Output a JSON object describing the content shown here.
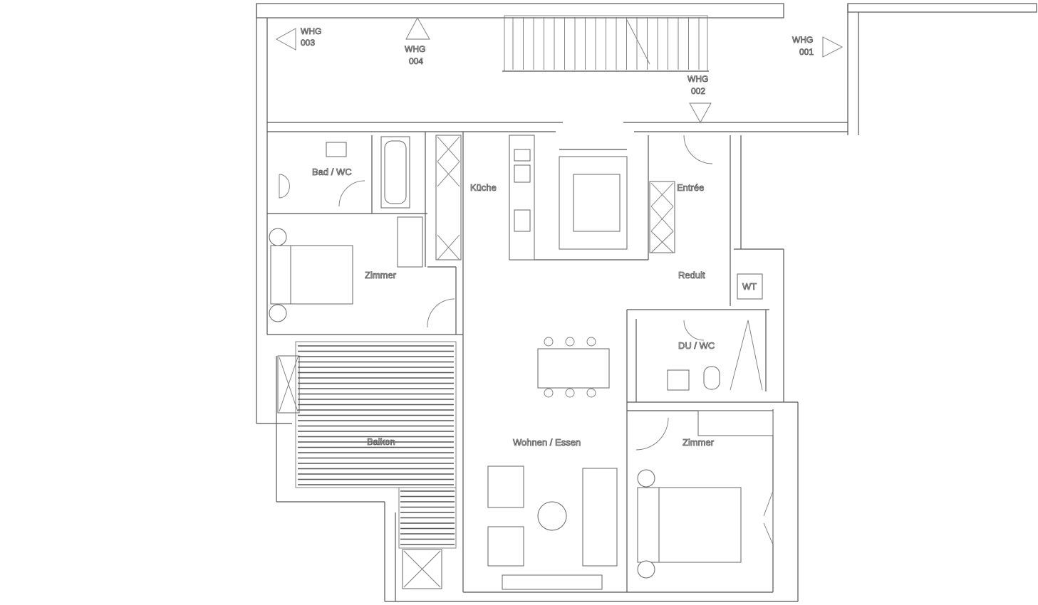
{
  "rooms": {
    "bad_wc": "Bad / WC",
    "kueche": "Küche",
    "entree": "Entrée",
    "zimmer_1": "Zimmer",
    "reduit": "Reduit",
    "wt": "WT",
    "du_wc": "DU / WC",
    "balkon": "Balkon",
    "wohnen_essen": "Wohnen / Essen",
    "zimmer_2": "Zimmer"
  },
  "units": {
    "whg_003": [
      "WHG",
      "003"
    ],
    "whg_004": [
      "WHG",
      "004"
    ],
    "whg_002": [
      "WHG",
      "002"
    ],
    "whg_001": [
      "WHG",
      "001"
    ]
  }
}
